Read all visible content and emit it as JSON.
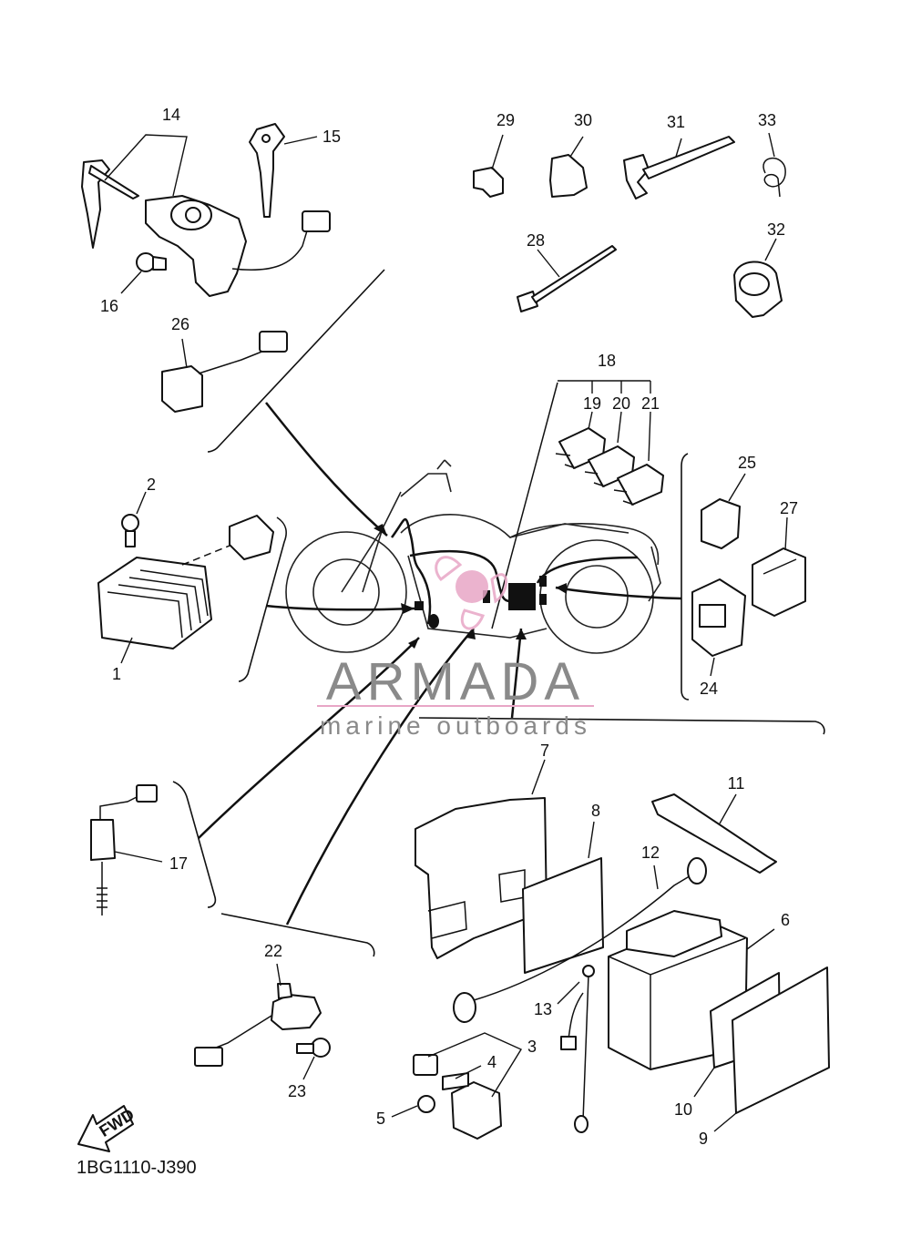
{
  "diagram": {
    "code": "1BG1110-J390",
    "fwd_label": "FWD",
    "watermark": {
      "brand": "ARMADA",
      "tagline": "marine outboards",
      "brand_color": "#8a8a8a",
      "accent_color": "#e8a6c6"
    },
    "callouts": {
      "c1": "1",
      "c2": "2",
      "c3": "3",
      "c4": "4",
      "c5": "5",
      "c6": "6",
      "c7": "7",
      "c8": "8",
      "c9": "9",
      "c10": "10",
      "c11": "11",
      "c12": "12",
      "c13": "13",
      "c14": "14",
      "c15": "15",
      "c16": "16",
      "c17": "17",
      "c18": "18",
      "c19": "19",
      "c20": "20",
      "c21": "21",
      "c22": "22",
      "c23": "23",
      "c24": "24",
      "c25": "25",
      "c26": "26",
      "c27": "27",
      "c28": "28",
      "c29": "29",
      "c30": "30",
      "c31": "31",
      "c32": "32",
      "c33": "33"
    }
  }
}
